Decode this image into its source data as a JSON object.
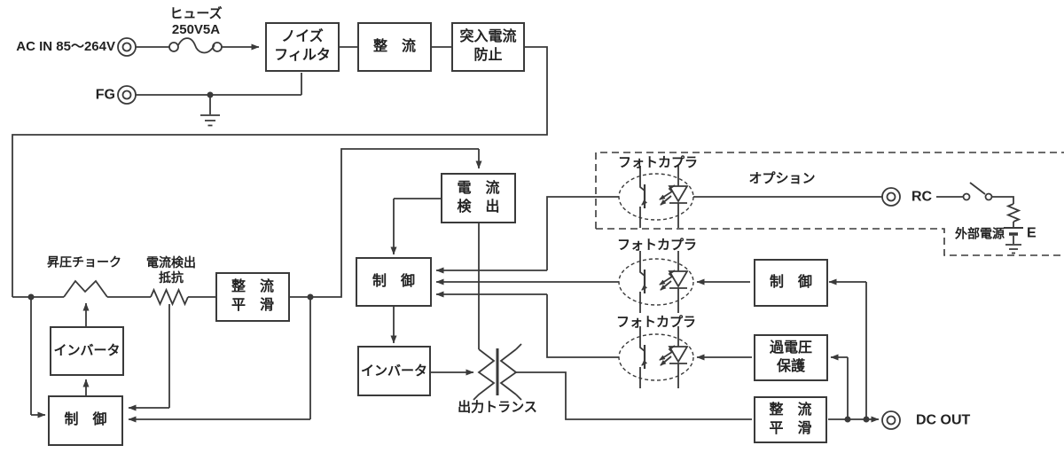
{
  "diagram": {
    "title_hint": "switching power supply block diagram",
    "colors": {
      "line": "#3a3a3a",
      "background": "#ffffff",
      "text": "#222222"
    },
    "terminals": {
      "ac_in": "AC IN 85〜264V",
      "fg": "FG",
      "rc": "RC",
      "dc_out": "DC OUT",
      "e": "E"
    },
    "labels": {
      "fuse": "ヒューズ\n250V5A",
      "boost_choke": "昇圧チョーク",
      "sense_resistor": "電流検出\n抵抗",
      "output_transformer": "出力トランス",
      "photocoupler": "フォトカプラ",
      "option": "オプション",
      "external_power": "外部電源"
    },
    "blocks": {
      "noise_filter": "ノイズ\nフィルタ",
      "rectifier": "整　流",
      "inrush_limiter": "突入電流\n防止",
      "rectify_smooth": "整　流\n平　滑",
      "inverter": "インバータ",
      "control": "制　御",
      "current_detect": "電　流\n検　出",
      "overvoltage_protection": "過電圧\n保護"
    }
  }
}
